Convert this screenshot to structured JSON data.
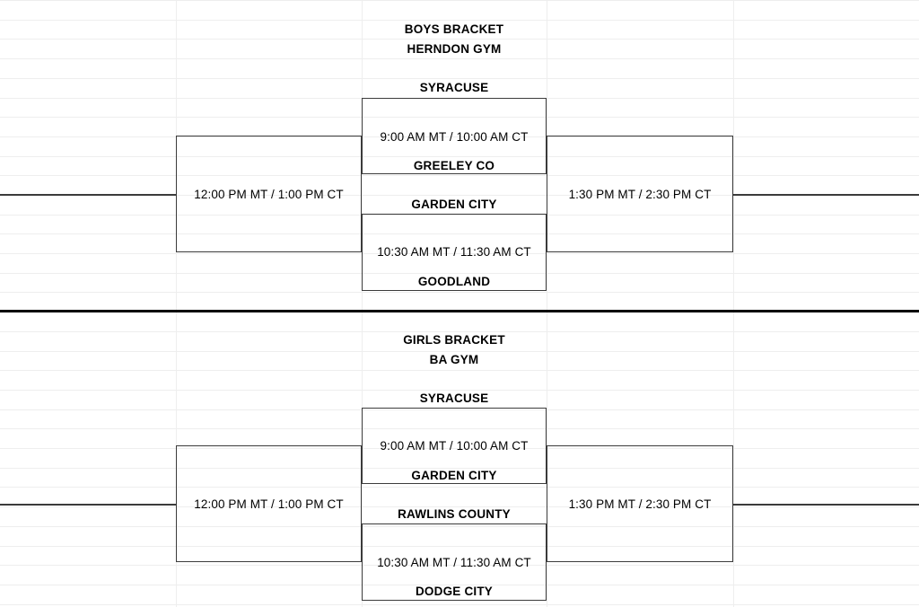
{
  "document": {
    "type": "tournament-bracket-spreadsheet",
    "grid": {
      "row_height": 21.7,
      "column_x": [
        196,
        403,
        609,
        817
      ],
      "grid_line_color": "#eeeeee",
      "bracket_line_color": "#3b3b3b",
      "divider_color": "#000000"
    }
  },
  "sections": [
    {
      "id": "boys",
      "title": "BOYS BRACKET",
      "venue": "HERNDON GYM",
      "matches": [
        {
          "id": "boys-quarter-1",
          "top_team": "SYRACUSE",
          "bottom_team": "GREELEY CO",
          "time": "9:00 AM MT / 10:00 AM CT"
        },
        {
          "id": "boys-quarter-2",
          "top_team": "GARDEN CITY",
          "bottom_team": "GOODLAND",
          "time": "10:30 AM MT / 11:30 AM CT"
        }
      ],
      "left_bracket": {
        "id": "boys-left-semifinal",
        "time": "12:00 PM MT / 1:00 PM CT"
      },
      "right_bracket": {
        "id": "boys-right-semifinal",
        "time": "1:30 PM MT / 2:30 PM CT"
      }
    },
    {
      "id": "girls",
      "title": "GIRLS BRACKET",
      "venue": "BA GYM",
      "matches": [
        {
          "id": "girls-quarter-1",
          "top_team": "SYRACUSE",
          "bottom_team": "GARDEN CITY",
          "time": "9:00 AM MT / 10:00 AM CT"
        },
        {
          "id": "girls-quarter-2",
          "top_team": "RAWLINS COUNTY",
          "bottom_team": "DODGE CITY",
          "time": "10:30 AM MT / 11:30 AM CT"
        }
      ],
      "left_bracket": {
        "id": "girls-left-semifinal",
        "time": "12:00 PM MT / 1:00 PM CT"
      },
      "right_bracket": {
        "id": "girls-right-semifinal",
        "time": "1:30 PM MT / 2:30 PM CT"
      }
    }
  ]
}
